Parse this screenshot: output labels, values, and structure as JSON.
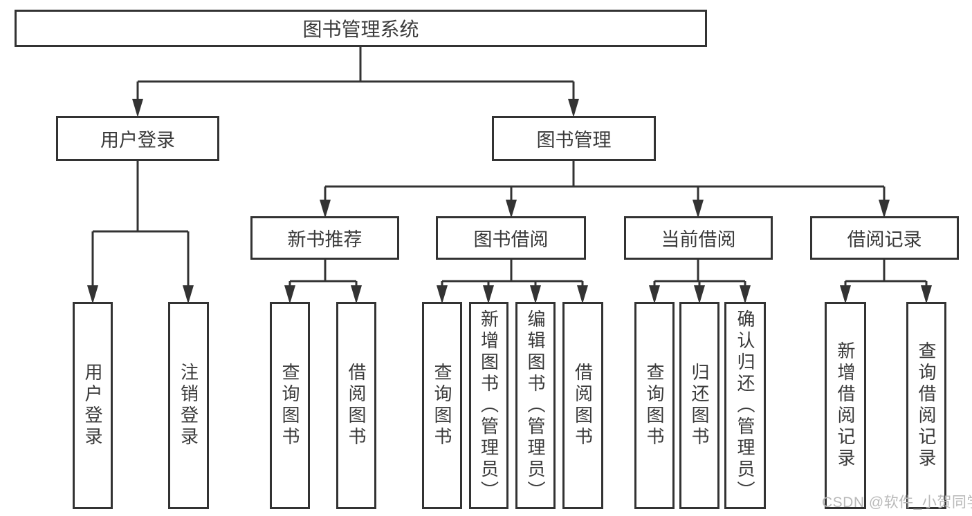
{
  "colors": {
    "line": "#333333",
    "box_border": "#333333",
    "box_fill": "#ffffff",
    "text": "#3a3a3a",
    "watermark": "#b9b9b9",
    "background": "#ffffff"
  },
  "tree": {
    "root": {
      "label": "图书管理系统"
    },
    "level2": [
      {
        "label": "用户登录"
      },
      {
        "label": "图书管理"
      }
    ],
    "level3": [
      {
        "label": "新书推荐"
      },
      {
        "label": "图书借阅"
      },
      {
        "label": "当前借阅"
      },
      {
        "label": "借阅记录"
      }
    ],
    "leaves": {
      "user_login": [
        "用户登录",
        "注销登录"
      ],
      "new_book": [
        "查询图书",
        "借阅图书"
      ],
      "book_borrow": [
        "查询图书",
        "新增图书（管理员）",
        "编辑图书（管理员）",
        "借阅图书"
      ],
      "current_borrow": [
        "查询图书",
        "归还图书",
        "确认归还（管理员）"
      ],
      "borrow_record": [
        "新增借阅记录",
        "查询借阅记录"
      ]
    }
  },
  "watermark": {
    "text": "CSDN @软件_小贺同学"
  }
}
